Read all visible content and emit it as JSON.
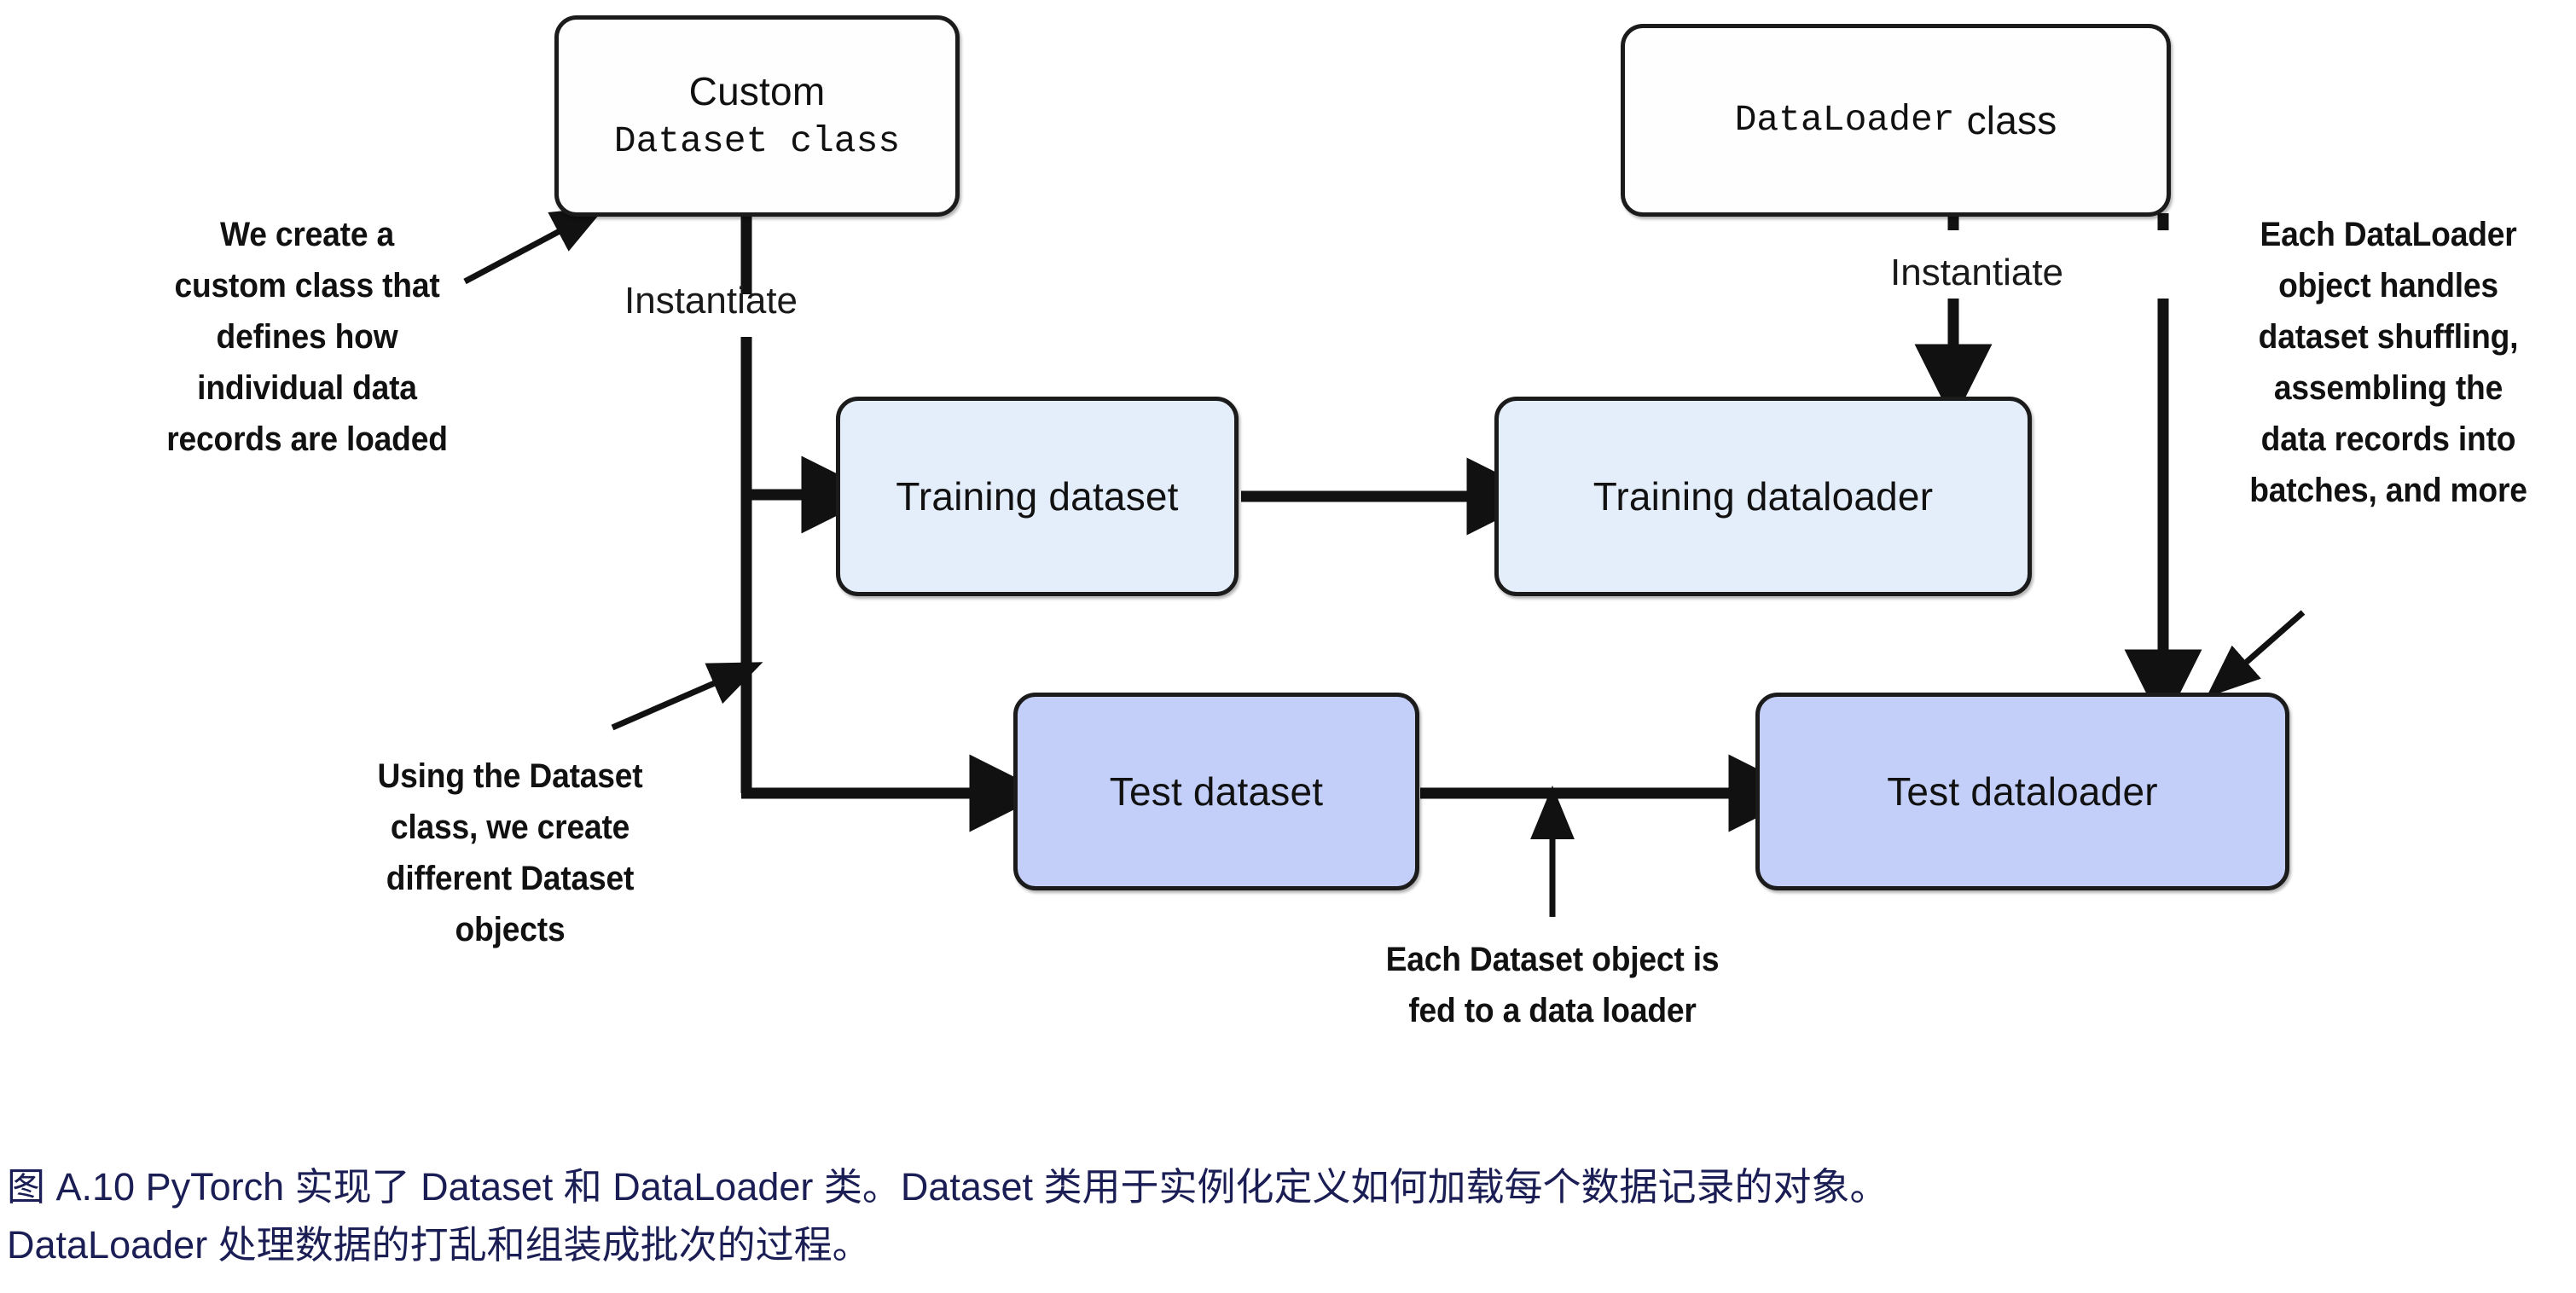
{
  "diagram": {
    "title": "PyTorch Dataset and DataLoader classes",
    "nodes": {
      "custom_dataset_class": {
        "line1": "Custom",
        "line2": "Dataset class"
      },
      "dataloader_class": {
        "line1": "DataLoader",
        "line2": "class"
      },
      "training_dataset": {
        "label": "Training dataset"
      },
      "test_dataset": {
        "label": "Test dataset"
      },
      "training_dataloader": {
        "label": "Training dataloader"
      },
      "test_dataloader": {
        "label": "Test dataloader"
      }
    },
    "edge_labels": {
      "instantiate_left": "Instantiate",
      "instantiate_right": "Instantiate"
    },
    "annotations": {
      "create_custom_class": "We create a\ncustom class that\ndefines how\nindividual data\nrecords are loaded",
      "using_dataset_class": "Using the Dataset\nclass, we create\ndifferent Dataset\nobjects",
      "dataset_fed_to_loader": "Each Dataset object is\nfed to a data loader",
      "dataloader_handles": "Each DataLoader\nobject handles\ndataset shuffling,\nassembling the\ndata records into\nbatches, and more"
    },
    "colors": {
      "stroke": "#1b1b1b",
      "node_white": "#fefefe",
      "node_light_blue": "#e4eefb",
      "node_mid_blue": "#c3cff8",
      "caption_text": "#1b1e55"
    }
  },
  "caption": {
    "line1": "图 A.10 PyTorch 实现了 Dataset 和 DataLoader 类。Dataset 类用于实例化定义如何加载每个数据记录的对象。",
    "line2": "DataLoader 处理数据的打乱和组装成批次的过程。"
  }
}
